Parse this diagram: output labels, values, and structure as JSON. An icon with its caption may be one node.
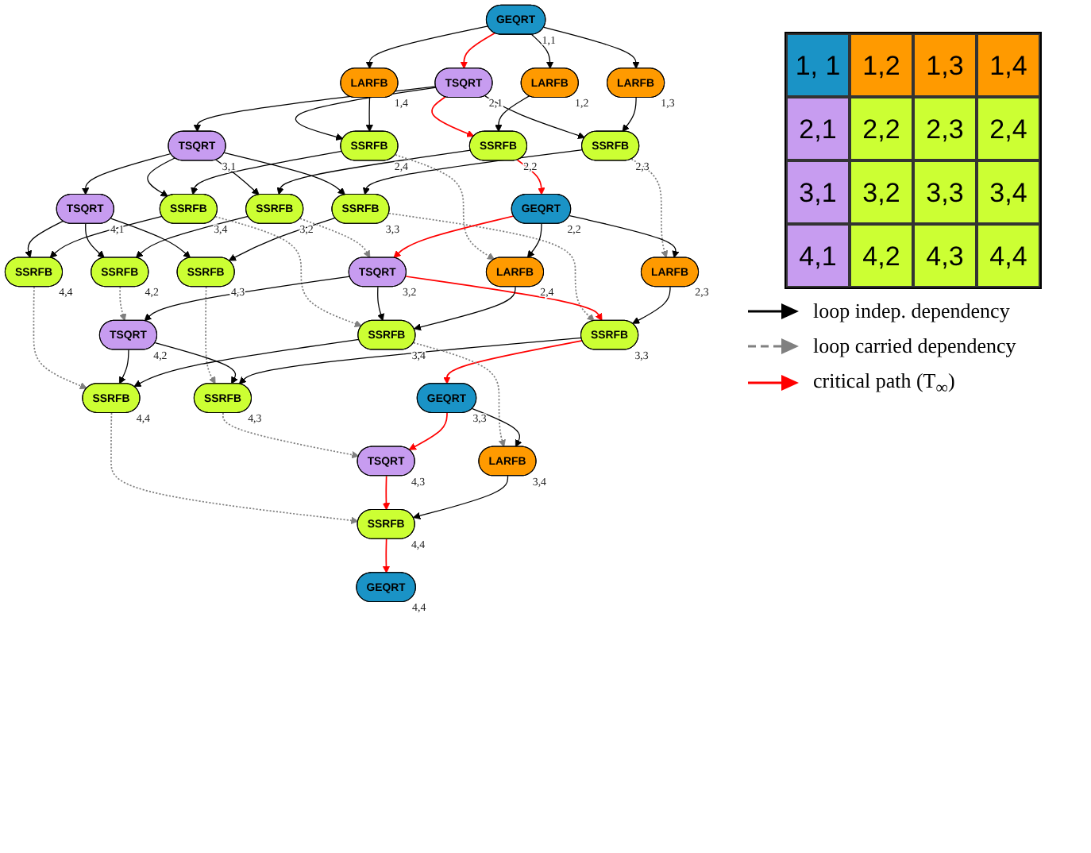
{
  "diagram": {
    "nodes": [
      {
        "text": [
          "GEQRT"
        ],
        "beside": [
          "1,1"
        ]
      },
      {
        "text": [
          "TSQRT"
        ],
        "beside": [
          "2,1"
        ]
      },
      {
        "text": [
          "LARFB"
        ],
        "beside": [
          "1,2"
        ]
      },
      {
        "text": [
          "LARFB"
        ],
        "beside": [
          "1,3"
        ]
      },
      {
        "text": [
          "LARFB"
        ],
        "beside": [
          "1,4"
        ]
      },
      {
        "text": [
          "TSQRT"
        ],
        "beside": [
          "3,1"
        ]
      },
      {
        "text": [
          "SSRFB"
        ],
        "beside": [
          "2,2"
        ]
      },
      {
        "text": [
          "SSRFB"
        ],
        "beside": [
          "2,3"
        ]
      },
      {
        "text": [
          "SSRFB"
        ],
        "beside": [
          "2,4"
        ]
      },
      {
        "text": [
          "TSQRT"
        ],
        "beside": [
          "4,1"
        ]
      },
      {
        "text": [
          "SSRFB"
        ],
        "beside": [
          "3,2"
        ]
      },
      {
        "text": [
          "SSRFB"
        ],
        "beside": [
          "3,3"
        ]
      },
      {
        "text": [
          "SSRFB"
        ],
        "beside": [
          "3,4"
        ]
      },
      {
        "text": [
          "SSRFB"
        ],
        "beside": [
          "4,2"
        ]
      },
      {
        "text": [
          "SSRFB"
        ],
        "beside": [
          "4,3"
        ]
      },
      {
        "text": [
          "SSRFB"
        ],
        "beside": [
          "4,4"
        ]
      },
      {
        "text": [
          "GEQRT"
        ],
        "beside": [
          "2,2"
        ]
      },
      {
        "text": [
          "TSQRT"
        ],
        "beside": [
          "3,2"
        ]
      },
      {
        "text": [
          "LARFB"
        ],
        "beside": [
          "2,3"
        ]
      },
      {
        "text": [
          "LARFB"
        ],
        "beside": [
          "2,4"
        ]
      },
      {
        "text": [
          "TSQRT"
        ],
        "beside": [
          "4,2"
        ]
      },
      {
        "text": [
          "SSRFB"
        ],
        "beside": [
          "3,3"
        ]
      },
      {
        "text": [
          "SSRFB"
        ],
        "beside": [
          "3,4"
        ]
      },
      {
        "text": [
          "SSRFB"
        ],
        "beside": [
          "4,3"
        ]
      },
      {
        "text": [
          "SSRFB"
        ],
        "beside": [
          "4,4"
        ]
      },
      {
        "text": [
          "GEQRT"
        ],
        "beside": [
          "3,3"
        ]
      },
      {
        "text": [
          "TSQRT"
        ],
        "beside": [
          "4,3"
        ]
      },
      {
        "text": [
          "LARFB"
        ],
        "beside": [
          "3,4"
        ]
      },
      {
        "text": [
          "SSRFB"
        ],
        "beside": [
          "4,4"
        ]
      },
      {
        "text": [
          "GEQRT"
        ],
        "beside": [
          "4,4"
        ]
      }
    ],
    "edges": [
      {
        "from": 0,
        "to": 1,
        "arrow": "to",
        "color": "#ff0000"
      },
      {
        "from": 0,
        "to": 2,
        "arrow": "to"
      },
      {
        "from": 0,
        "to": 3,
        "arrow": "to"
      },
      {
        "from": 0,
        "to": 4,
        "arrow": "to"
      },
      {
        "from": 1,
        "to": 5,
        "arrow": "to"
      },
      {
        "from": 1,
        "to": 6,
        "arrow": "to",
        "color": "#ff0000"
      },
      {
        "from": 1,
        "to": 7,
        "arrow": "to"
      },
      {
        "from": 1,
        "to": 8,
        "arrow": "to"
      },
      {
        "from": 2,
        "to": 6,
        "arrow": "to"
      },
      {
        "from": 3,
        "to": 7,
        "arrow": "to"
      },
      {
        "from": 4,
        "to": 8,
        "arrow": "to"
      },
      {
        "from": 5,
        "to": 9,
        "arrow": "to"
      },
      {
        "from": 5,
        "to": 10,
        "arrow": "to"
      },
      {
        "from": 5,
        "to": 11,
        "arrow": "to"
      },
      {
        "from": 5,
        "to": 12,
        "arrow": "to"
      },
      {
        "from": 6,
        "to": 10,
        "arrow": "to"
      },
      {
        "from": 7,
        "to": 11,
        "arrow": "to"
      },
      {
        "from": 8,
        "to": 12,
        "arrow": "to"
      },
      {
        "from": 9,
        "to": 13,
        "arrow": "to"
      },
      {
        "from": 9,
        "to": 14,
        "arrow": "to"
      },
      {
        "from": 9,
        "to": 15,
        "arrow": "to"
      },
      {
        "from": 10,
        "to": 13,
        "arrow": "to"
      },
      {
        "from": 11,
        "to": 14,
        "arrow": "to"
      },
      {
        "from": 12,
        "to": 15,
        "arrow": "to"
      },
      {
        "from": 6,
        "to": 16,
        "arrow": "to",
        "color": "#ff0000"
      },
      {
        "from": 10,
        "to": 17,
        "arrow": "to",
        "style": "dashed",
        "color": "#808080"
      },
      {
        "from": 13,
        "to": 20,
        "arrow": "to",
        "style": "dashed",
        "color": "#808080"
      },
      {
        "from": 7,
        "to": 18,
        "arrow": "to",
        "style": "dashed",
        "color": "#808080"
      },
      {
        "from": 8,
        "to": 19,
        "arrow": "to",
        "style": "dashed",
        "color": "#808080"
      },
      {
        "from": 11,
        "to": 21,
        "arrow": "to",
        "style": "dashed",
        "color": "#808080"
      },
      {
        "from": 12,
        "to": 22,
        "arrow": "to",
        "style": "dashed",
        "color": "#808080"
      },
      {
        "from": 14,
        "to": 23,
        "arrow": "to",
        "style": "dashed",
        "color": "#808080"
      },
      {
        "from": 15,
        "to": 24,
        "arrow": "to",
        "style": "dashed",
        "color": "#808080"
      },
      {
        "from": 16,
        "to": 17,
        "arrow": "to",
        "color": "#ff0000"
      },
      {
        "from": 16,
        "to": 18,
        "arrow": "to"
      },
      {
        "from": 16,
        "to": 19,
        "arrow": "to"
      },
      {
        "from": 17,
        "to": 20,
        "arrow": "to"
      },
      {
        "from": 17,
        "to": 21,
        "arrow": "to",
        "color": "#ff0000"
      },
      {
        "from": 17,
        "to": 22,
        "arrow": "to"
      },
      {
        "from": 18,
        "to": 21,
        "arrow": "to"
      },
      {
        "from": 19,
        "to": 22,
        "arrow": "to"
      },
      {
        "from": 20,
        "to": 23,
        "arrow": "to"
      },
      {
        "from": 20,
        "to": 24,
        "arrow": "to"
      },
      {
        "from": 21,
        "to": 23,
        "arrow": "to"
      },
      {
        "from": 22,
        "to": 24,
        "arrow": "to"
      },
      {
        "from": 21,
        "to": 25,
        "arrow": "to",
        "color": "#ff0000"
      },
      {
        "from": 23,
        "to": 26,
        "arrow": "to",
        "style": "dashed",
        "color": "#808080"
      },
      {
        "from": 22,
        "to": 27,
        "arrow": "to",
        "style": "dashed",
        "color": "#808080"
      },
      {
        "from": 24,
        "to": 28,
        "arrow": "to",
        "style": "dashed",
        "color": "#808080"
      },
      {
        "from": 25,
        "to": 26,
        "arrow": "to",
        "color": "#ff0000"
      },
      {
        "from": 25,
        "to": 27,
        "arrow": "to"
      },
      {
        "from": 26,
        "to": 28,
        "arrow": "to",
        "color": "#ff0000"
      },
      {
        "from": 27,
        "to": 28,
        "arrow": "to"
      },
      {
        "from": 28,
        "to": 29,
        "arrow": "to",
        "color": "#ff0000"
      }
    ],
    "labels": [
      "1, 1",
      "1,2",
      "1,3",
      "1,4",
      "2,1",
      "2,2",
      "2,3",
      "2,4",
      "3,1",
      "3,2",
      "3,3",
      "3,4",
      "4,1",
      "4,2",
      "4,3",
      "4,4"
    ],
    "legend": [
      {
        "text": "loop indep. dependency"
      },
      {
        "text": "loop carried dependency"
      },
      {
        "text": "critical path (T$_{∞}$)"
      }
    ]
  }
}
